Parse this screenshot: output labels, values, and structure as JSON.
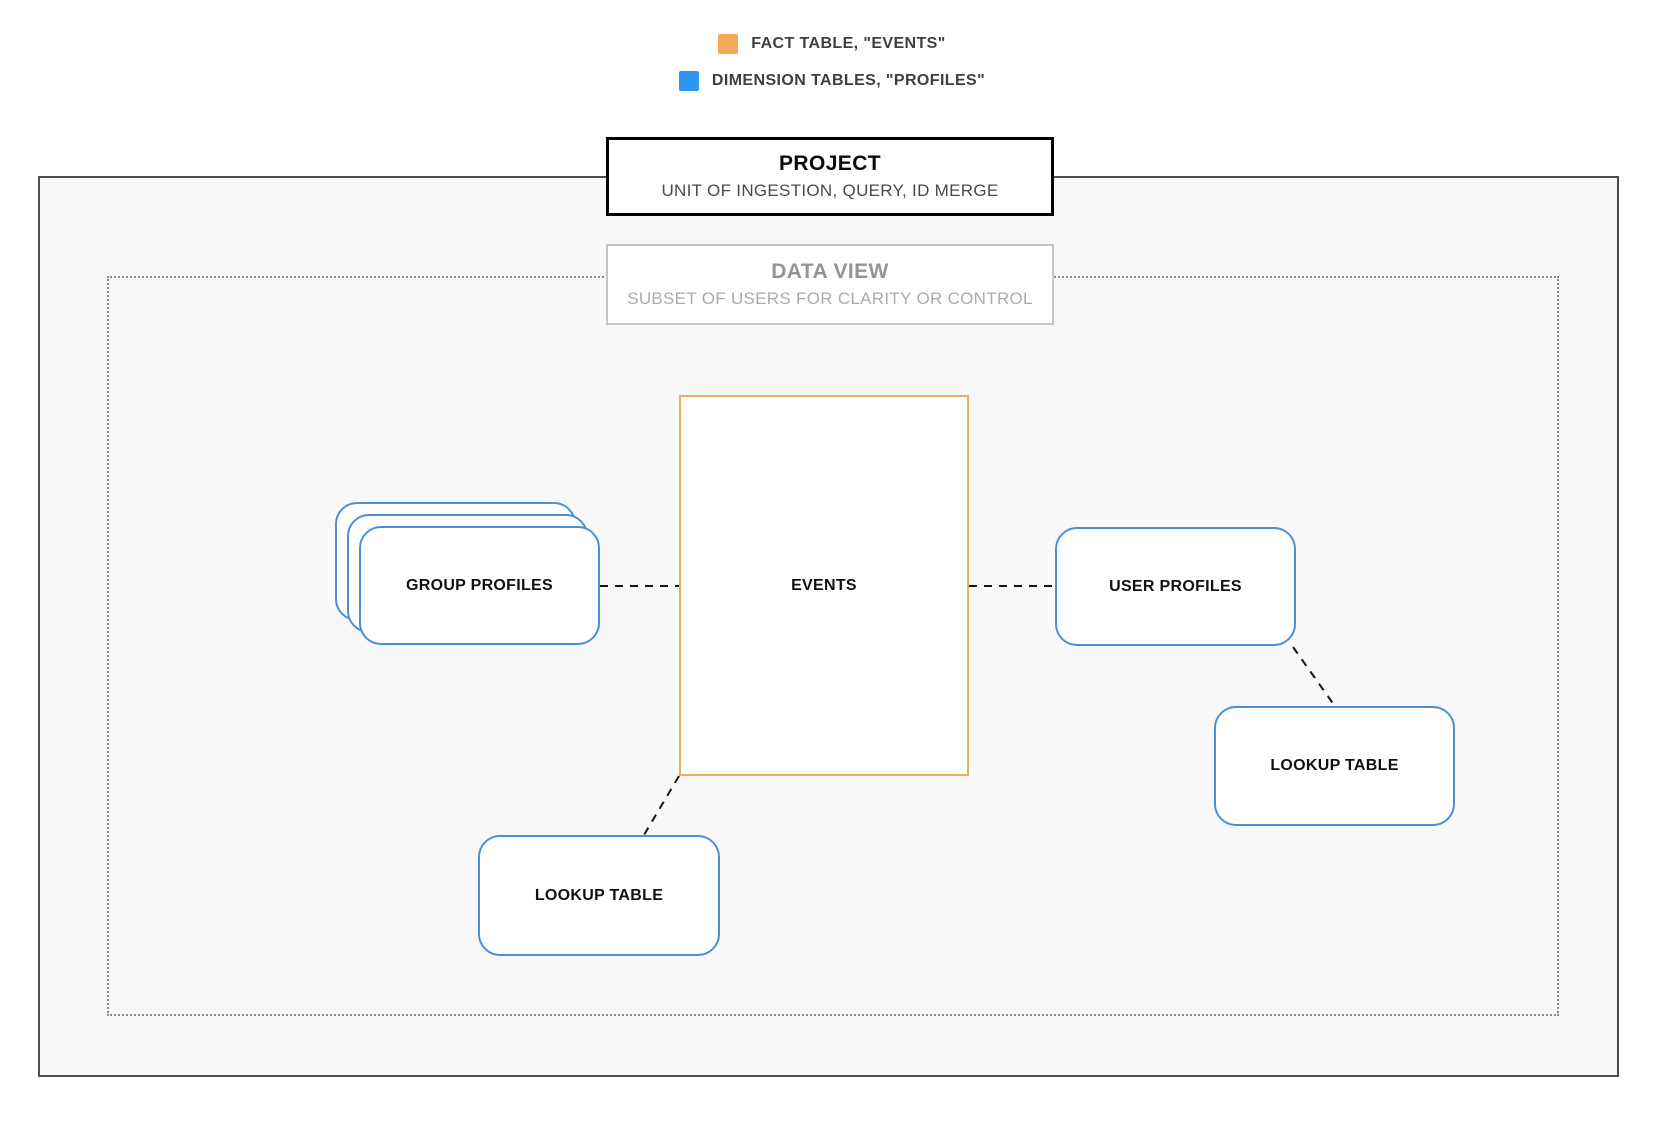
{
  "legend": {
    "items": [
      {
        "swatch_icon": "fact-table-swatch",
        "color": "#F5AA5A",
        "label": "FACT TABLE, \"EVENTS\""
      },
      {
        "swatch_icon": "dimension-tables-swatch",
        "color": "#2D96F2",
        "label": "DIMENSION TABLES, \"PROFILES\""
      }
    ]
  },
  "project": {
    "title": "PROJECT",
    "subtitle": "UNIT OF INGESTION, QUERY, ID MERGE"
  },
  "data_view": {
    "title": "DATA VIEW",
    "subtitle": "SUBSET OF USERS FOR CLARITY OR CONTROL"
  },
  "nodes": {
    "events": {
      "label": "EVENTS",
      "type": "fact-table"
    },
    "group_profiles": {
      "label": "GROUP PROFILES",
      "type": "dimension-table-stack"
    },
    "user_profiles": {
      "label": "USER PROFILES",
      "type": "dimension-table"
    },
    "lookup_bottom": {
      "label": "LOOKUP TABLE",
      "type": "dimension-table"
    },
    "lookup_right": {
      "label": "LOOKUP TABLE",
      "type": "dimension-table"
    }
  },
  "colors": {
    "fact_orange": "#F5AA5A",
    "dimension_blue": "#2D96F2",
    "node_border_blue": "#4A90D2",
    "events_border_orange": "#EDAD60",
    "project_border": "#000000",
    "outer_border": "#4D4D4D",
    "canvas_fill": "#F8F8F8"
  }
}
